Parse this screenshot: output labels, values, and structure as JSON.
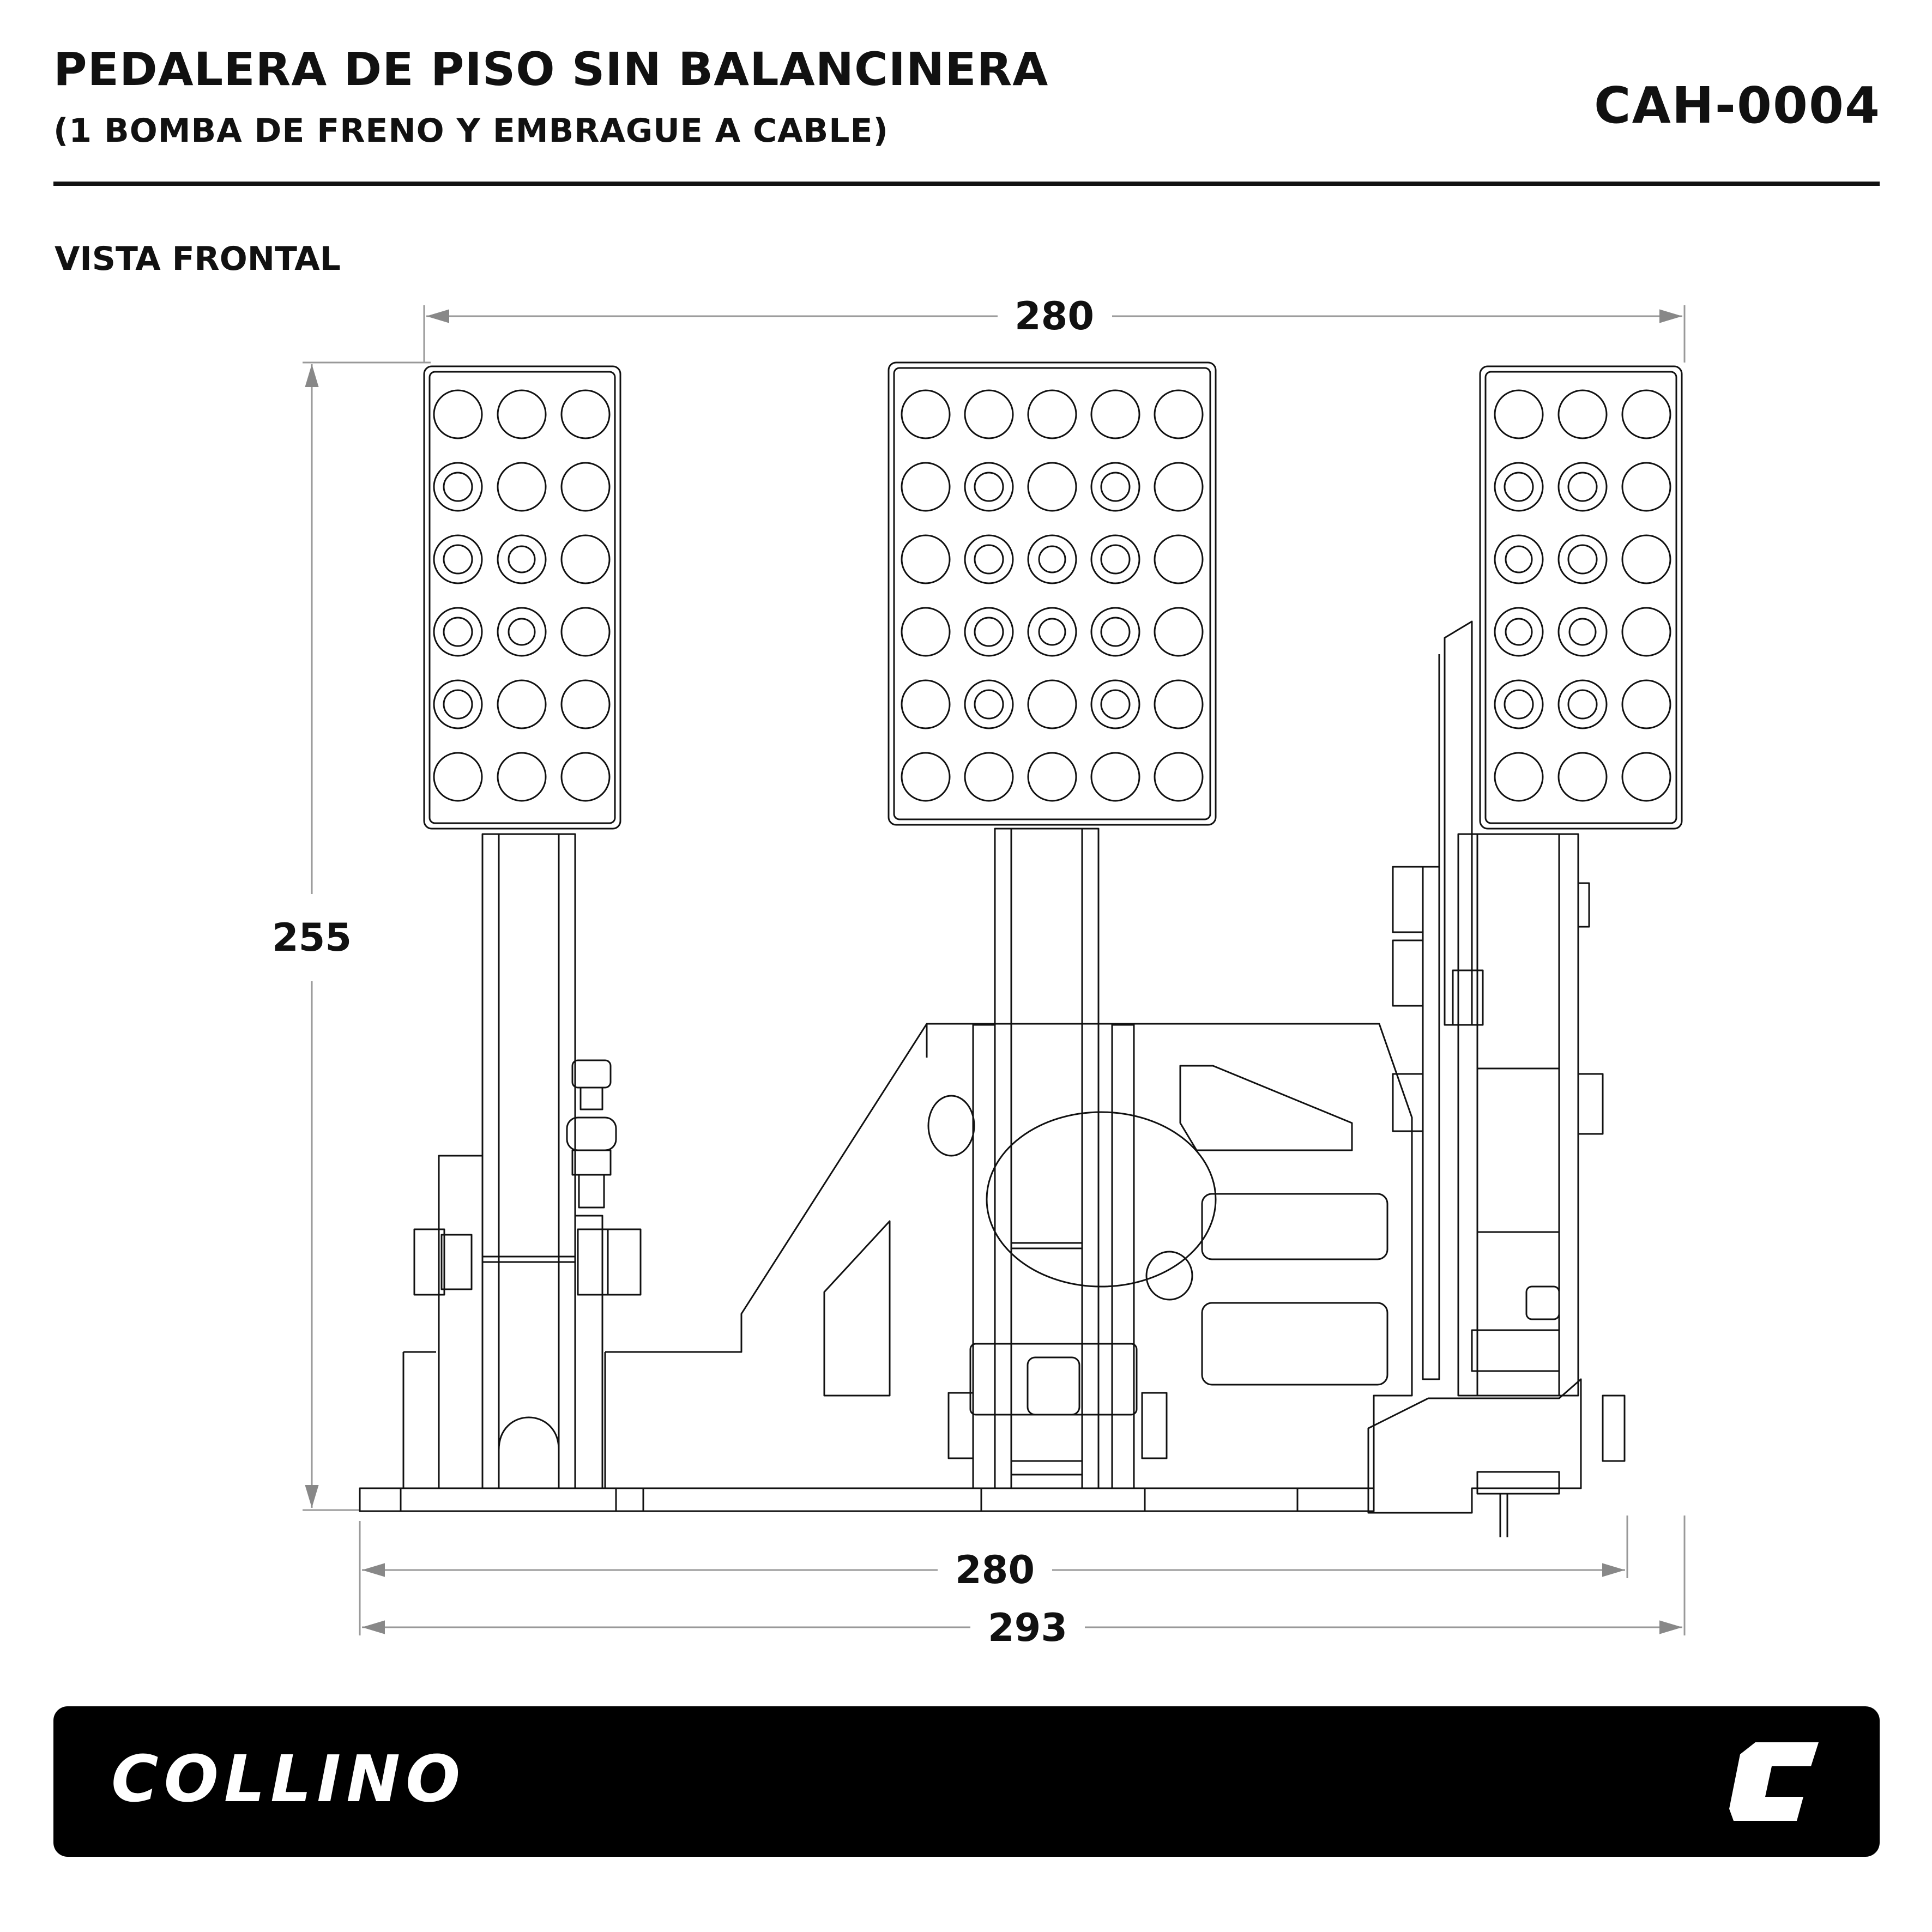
{
  "header": {
    "title": "PEDALERA DE PISO SIN BALANCINERA",
    "subtitle": "(1 BOMBA DE FRENO Y EMBRAGUE A CABLE)",
    "code": "CAH-0004"
  },
  "view_label": "VISTA FRONTAL",
  "dimensions": {
    "top_width": "280",
    "height": "255",
    "base_width": "280",
    "overall_width": "293"
  },
  "footer": {
    "brand": "COLLINO",
    "logo_icon": "collino-c-logo-icon"
  }
}
